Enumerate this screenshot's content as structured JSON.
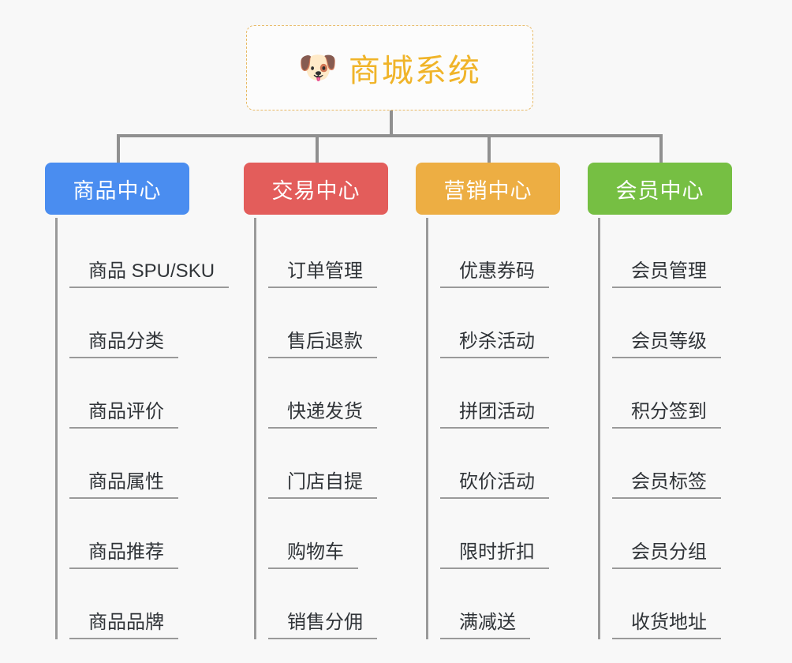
{
  "background_color": "#f8f8f8",
  "root": {
    "icon": "dog-face-icon",
    "icon_glyph": "🐶",
    "title": "商城系统",
    "title_color": "#f0b429",
    "border_color": "#e8b964",
    "background": "#fcfcfc"
  },
  "connector_color": "#909090",
  "spine_color": "#9a9a9a",
  "leaf_text_color": "#303438",
  "branches": [
    {
      "id": "product-center",
      "label": "商品中心",
      "color": "#4a8df0",
      "items": [
        {
          "label": "商品 SPU/SKU"
        },
        {
          "label": "商品分类"
        },
        {
          "label": "商品评价"
        },
        {
          "label": "商品属性"
        },
        {
          "label": "商品推荐"
        },
        {
          "label": "商品品牌"
        }
      ]
    },
    {
      "id": "trade-center",
      "label": "交易中心",
      "color": "#e35d5b",
      "items": [
        {
          "label": "订单管理"
        },
        {
          "label": "售后退款"
        },
        {
          "label": "快递发货"
        },
        {
          "label": "门店自提"
        },
        {
          "label": "购物车"
        },
        {
          "label": "销售分佣"
        }
      ]
    },
    {
      "id": "marketing-center",
      "label": "营销中心",
      "color": "#edae43",
      "items": [
        {
          "label": "优惠券码"
        },
        {
          "label": "秒杀活动"
        },
        {
          "label": "拼团活动"
        },
        {
          "label": "砍价活动"
        },
        {
          "label": "限时折扣"
        },
        {
          "label": "满减送"
        }
      ]
    },
    {
      "id": "member-center",
      "label": "会员中心",
      "color": "#76bf43",
      "items": [
        {
          "label": "会员管理"
        },
        {
          "label": "会员等级"
        },
        {
          "label": "积分签到"
        },
        {
          "label": "会员标签"
        },
        {
          "label": "会员分组"
        },
        {
          "label": "收货地址"
        }
      ]
    }
  ]
}
